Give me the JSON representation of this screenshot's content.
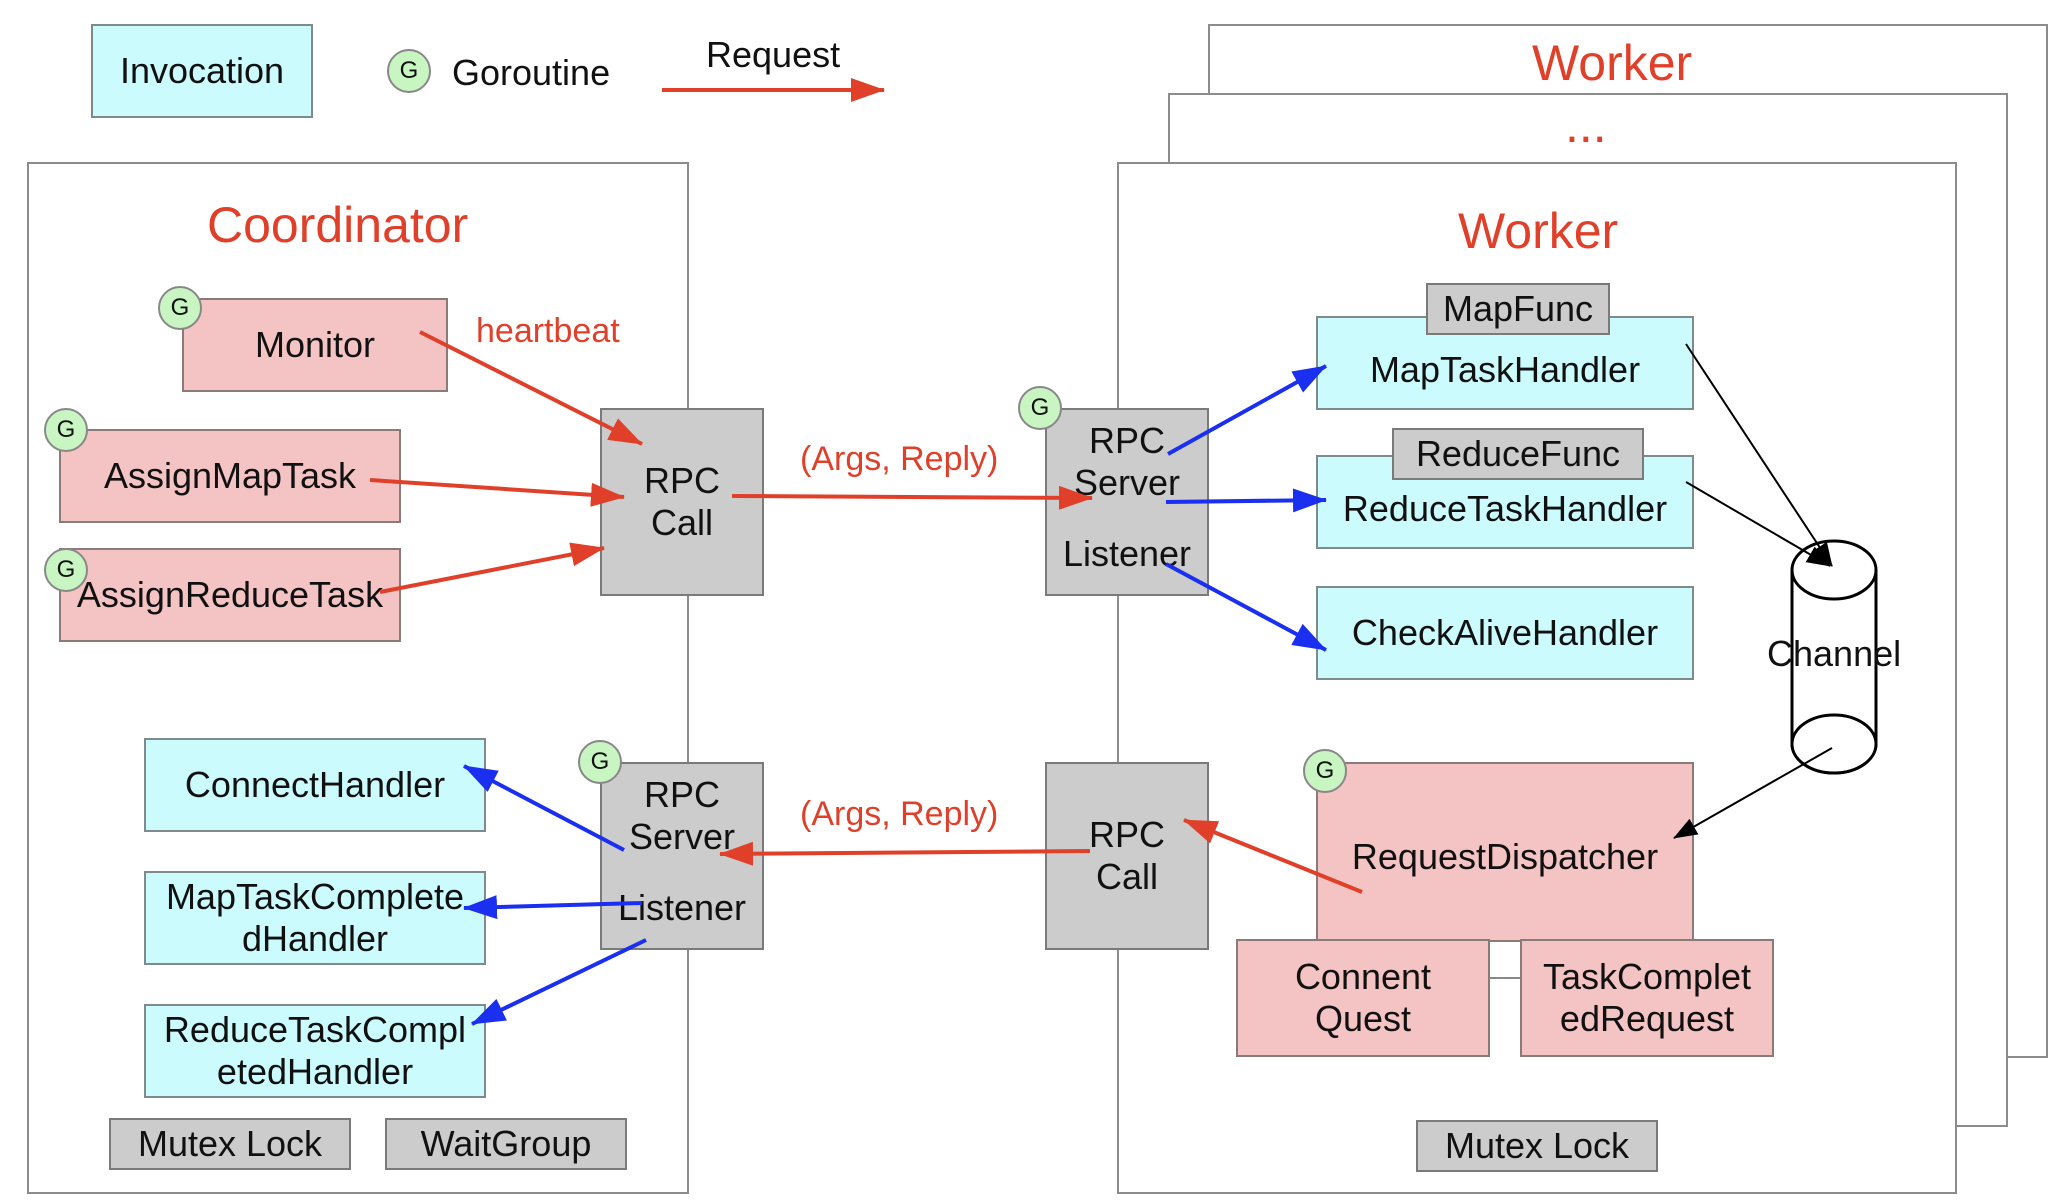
{
  "legend": {
    "invocation": "Invocation",
    "goroutine_badge": "G",
    "goroutine": "Goroutine",
    "request": "Request"
  },
  "colors": {
    "invocation_fill": "#ccfbfd",
    "goroutine_fill": "#c9f5c3",
    "goroutine_box_fill": "#f4c3c3",
    "rpc_fill": "#cccccc",
    "request_arrow": "#e0402a",
    "invoke_arrow": "#1a2ff0",
    "title": "#e0402a"
  },
  "coordinator": {
    "title": "Coordinator",
    "monitor": "Monitor",
    "heartbeat": "heartbeat",
    "assign_map": "AssignMapTask",
    "assign_reduce": "AssignReduceTask",
    "rpc_call": [
      "RPC",
      "Call"
    ],
    "rpc_server": [
      "RPC",
      "Server"
    ],
    "listener": "Listener",
    "connect_handler": "ConnectHandler",
    "map_completed_handler": [
      "MapTaskComplete",
      "dHandler"
    ],
    "reduce_completed_handler": [
      "ReduceTaskCompl",
      "etedHandler"
    ],
    "mutex": "Mutex Lock",
    "waitgroup": "WaitGroup"
  },
  "channel_labels": {
    "args_reply_top": "(Args, Reply)",
    "args_reply_bottom": "(Args, Reply)"
  },
  "worker": {
    "title": "Worker",
    "back_title": "Worker",
    "ellipsis": "...",
    "rpc_server": [
      "RPC",
      "Server"
    ],
    "listener": "Listener",
    "map_func": "MapFunc",
    "map_handler": "MapTaskHandler",
    "reduce_func": "ReduceFunc",
    "reduce_handler": "ReduceTaskHandler",
    "check_alive": "CheckAliveHandler",
    "channel": "Channel",
    "rpc_call": [
      "RPC",
      "Call"
    ],
    "dispatcher": "RequestDispatcher",
    "connect_quest": [
      "Connent",
      "Quest"
    ],
    "task_completed": [
      "TaskComplet",
      "edRequest"
    ],
    "mutex": "Mutex Lock"
  }
}
